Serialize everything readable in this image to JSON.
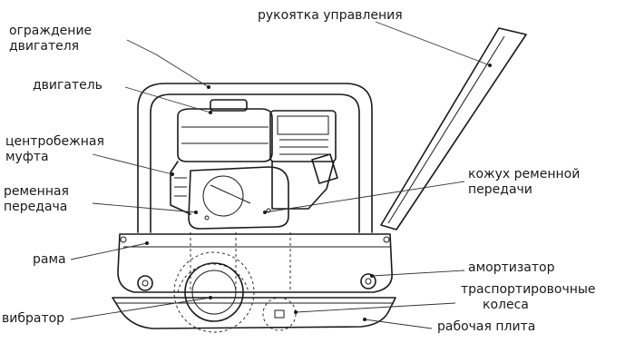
{
  "labels": {
    "engine_guard": [
      "ограждение",
      "двигателя"
    ],
    "engine": "двигатель",
    "clutch": [
      "центробежная",
      "муфта"
    ],
    "belt_drive": [
      "ременная",
      "передача"
    ],
    "frame": "рама",
    "vibrator": "вибратор",
    "control_handle": "рукоятка управления",
    "belt_cover": [
      "кожух ременной",
      "передачи"
    ],
    "shock_absorber": "амортизатор",
    "transport_wheels": [
      "траспортировочные",
      "колеса"
    ],
    "work_plate": "рабочая плита"
  }
}
